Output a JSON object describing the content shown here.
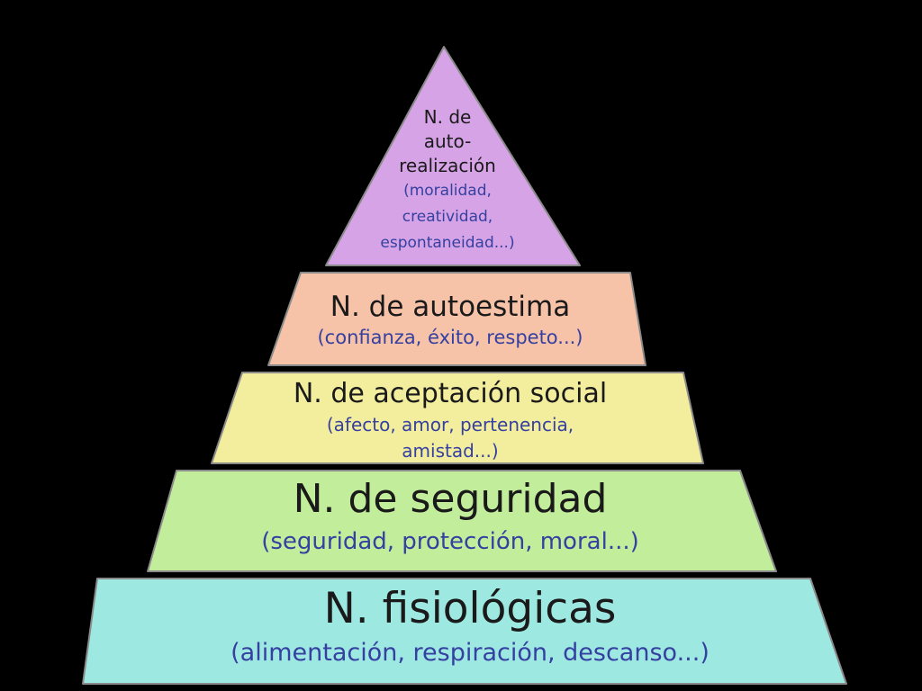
{
  "levels": [
    {
      "title_lines": [
        "N. fisiológicas"
      ],
      "detail_lines": [
        "(alimentación, respiración, descanso...)"
      ],
      "fill": "#9ee8e2",
      "title_color": "#1a1a1a",
      "detail_color": "#3540a0"
    },
    {
      "title_lines": [
        "N. de seguridad"
      ],
      "detail_lines": [
        "(seguridad, protección, moral...)"
      ],
      "fill": "#c2ee9c",
      "title_color": "#1a1a1a",
      "detail_color": "#3540a0"
    },
    {
      "title_lines": [
        "N. de aceptación social"
      ],
      "detail_lines": [
        "(afecto, amor, pertenencia,",
        "amistad...)"
      ],
      "fill": "#f3ee9e",
      "title_color": "#1a1a1a",
      "detail_color": "#3540a0"
    },
    {
      "title_lines": [
        "N. de autoestima"
      ],
      "detail_lines": [
        "(confianza, éxito, respeto...)"
      ],
      "fill": "#f6c3a8",
      "title_color": "#1a1a1a",
      "detail_color": "#3540a0"
    },
    {
      "title_lines": [
        "N. de",
        "auto-",
        "realización"
      ],
      "detail_lines": [
        "(moralidad,",
        "creatividad,",
        "espontaneidad...)"
      ],
      "fill": "#d6a4e6",
      "title_color": "#1a1a1a",
      "detail_color": "#3540a0"
    }
  ],
  "colors": {
    "background": "#000000",
    "outline": "#8a8a8a",
    "separator": "#050505"
  }
}
